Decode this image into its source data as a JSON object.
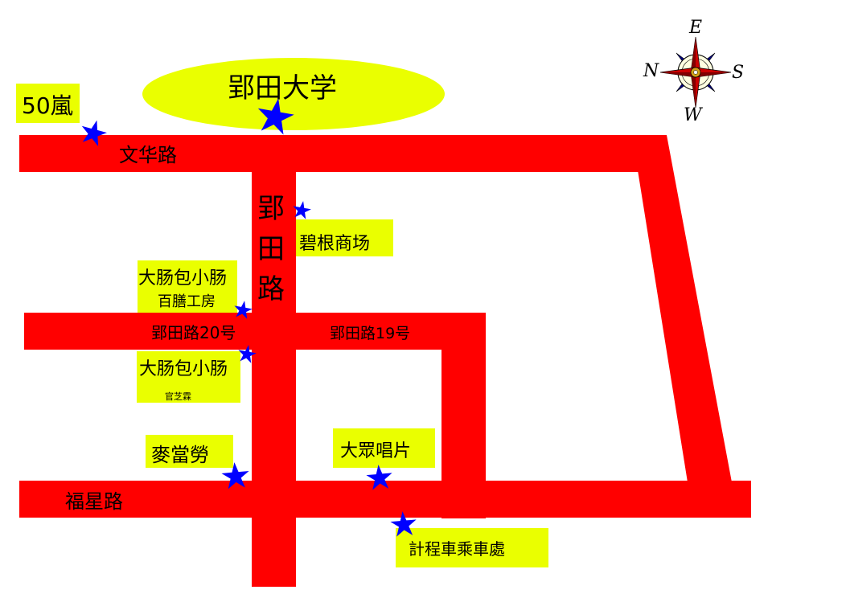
{
  "colors": {
    "road": "#ff0000",
    "label_bg": "#eaff00",
    "marker": "#0000ff"
  },
  "campus": {
    "name": "郢田大学"
  },
  "roads": {
    "top": "文华路",
    "vertical": [
      "郢",
      "田",
      "路"
    ],
    "middle_left": "郢田路20号",
    "middle_right": "郢田路19号",
    "bottom": "福星路"
  },
  "places": {
    "shop_50": "50嵐",
    "mall": "碧根商场",
    "sausage1_name": "大肠包小肠",
    "sausage1_sub": "百膳工房",
    "sausage2_name": "大肠包小肠",
    "sausage2_sub": "官芝霖",
    "mcdonalds": "麥當勞",
    "records": "大眾唱片",
    "taxi": "計程車乘車處"
  },
  "compass": {
    "top": "E",
    "left": "N",
    "right": "S",
    "bottom": "W"
  }
}
